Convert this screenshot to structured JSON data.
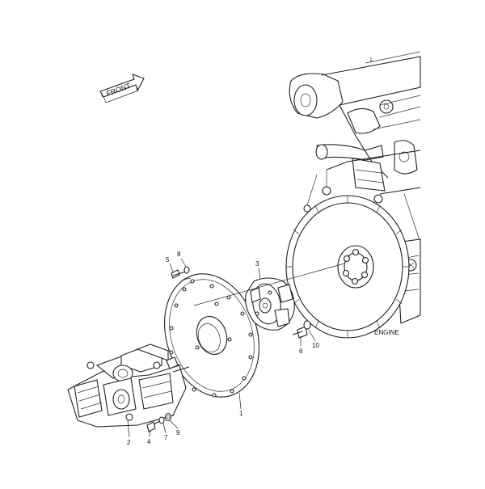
{
  "diagram": {
    "direction_arrow": {
      "label": "FRONT"
    },
    "engine_label": "ENGINE",
    "callouts": [
      {
        "id": "1",
        "part": "flywheel-plate"
      },
      {
        "id": "2",
        "part": "hydraulic-pump"
      },
      {
        "id": "3",
        "part": "coupling"
      },
      {
        "id": "4",
        "part": "bolt"
      },
      {
        "id": "5",
        "part": "bolt"
      },
      {
        "id": "6",
        "part": "bolt"
      },
      {
        "id": "7",
        "part": "washer"
      },
      {
        "id": "8",
        "part": "washer"
      },
      {
        "id": "9",
        "part": "washer"
      },
      {
        "id": "10",
        "part": "washer"
      }
    ]
  }
}
